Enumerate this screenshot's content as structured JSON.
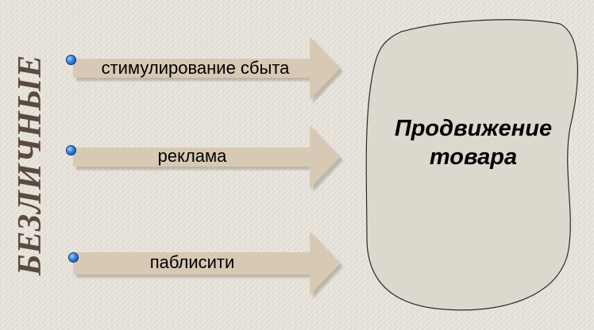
{
  "vertical_title": "БЕЗЛИЧНЫЕ",
  "arrows": [
    {
      "label": "стимулирование сбыта"
    },
    {
      "label": "реклама"
    },
    {
      "label": "паблисити"
    }
  ],
  "target": {
    "label": "Продвижение\nтовара"
  },
  "colors": {
    "background": "#e6e2da",
    "arrow_fill": "#d7c9b4",
    "title_color": "#5b4a3e",
    "blob_fill": "#ddd8ce",
    "bullet": "#2f7fe0"
  }
}
